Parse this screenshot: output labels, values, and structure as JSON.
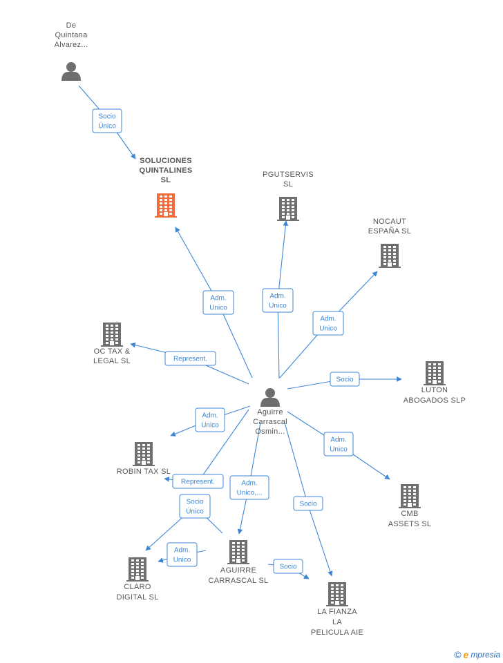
{
  "colors": {
    "edge": "#3d86d6",
    "company": "#6f6f6f",
    "focus_company": "#f26b3a",
    "person": "#6f6f6f"
  },
  "nodes": [
    {
      "id": "de-quintana",
      "type": "person",
      "label": [
        "De",
        "Quintana",
        "Alvarez..."
      ]
    },
    {
      "id": "soluciones",
      "type": "company",
      "focus": true,
      "label": [
        "SOLUCIONES",
        "QUINTALINES",
        "SL"
      ]
    },
    {
      "id": "pgutservis",
      "type": "company",
      "label": [
        "PGUTSERVIS",
        "SL"
      ]
    },
    {
      "id": "nocaut",
      "type": "company",
      "label": [
        "NOCAUT",
        "ESPAÑA  SL"
      ]
    },
    {
      "id": "octax",
      "type": "company",
      "label": [
        "OC TAX &",
        "LEGAL  SL"
      ]
    },
    {
      "id": "luton",
      "type": "company",
      "label": [
        "LUTON",
        "ABOGADOS  SLP"
      ]
    },
    {
      "id": "aguirre-person",
      "type": "person",
      "label": [
        "Aguirre",
        "Carrascal",
        "Osmin..."
      ]
    },
    {
      "id": "robin",
      "type": "company",
      "label": [
        "ROBIN TAX  SL"
      ]
    },
    {
      "id": "cmb",
      "type": "company",
      "label": [
        "CMB",
        "ASSETS  SL"
      ]
    },
    {
      "id": "aguirre-sl",
      "type": "company",
      "label": [
        "AGUIRRE",
        "CARRASCAL SL"
      ]
    },
    {
      "id": "claro",
      "type": "company",
      "label": [
        "CLARO",
        "DIGITAL SL"
      ]
    },
    {
      "id": "lafianza",
      "type": "company",
      "label": [
        "LA FIANZA",
        "LA",
        "PELICULA AIE"
      ]
    }
  ],
  "edges": [
    {
      "id": "e1",
      "label": [
        "Socio",
        "Único"
      ]
    },
    {
      "id": "e2",
      "label": [
        "Adm.",
        "Unico"
      ]
    },
    {
      "id": "e3",
      "label": [
        "Adm.",
        "Unico"
      ]
    },
    {
      "id": "e4",
      "label": [
        "Adm.",
        "Unico"
      ]
    },
    {
      "id": "e5",
      "label": [
        "Represent."
      ]
    },
    {
      "id": "e6",
      "label": [
        "Socio"
      ]
    },
    {
      "id": "e7",
      "label": [
        "Adm.",
        "Unico"
      ]
    },
    {
      "id": "e8",
      "label": [
        "Adm.",
        "Unico"
      ]
    },
    {
      "id": "e9",
      "label": [
        "Represent."
      ]
    },
    {
      "id": "e10",
      "label": [
        "Adm.",
        "Unico,..."
      ]
    },
    {
      "id": "e11",
      "label": [
        "Socio"
      ]
    },
    {
      "id": "e12",
      "label": [
        "Socio",
        "Único"
      ]
    },
    {
      "id": "e13",
      "label": [
        "Adm.",
        "Unico"
      ]
    },
    {
      "id": "e14",
      "label": [
        "Socio"
      ]
    }
  ],
  "footer": {
    "copyright": "©",
    "brand_initial": "e",
    "brand_rest": "mpresia"
  }
}
